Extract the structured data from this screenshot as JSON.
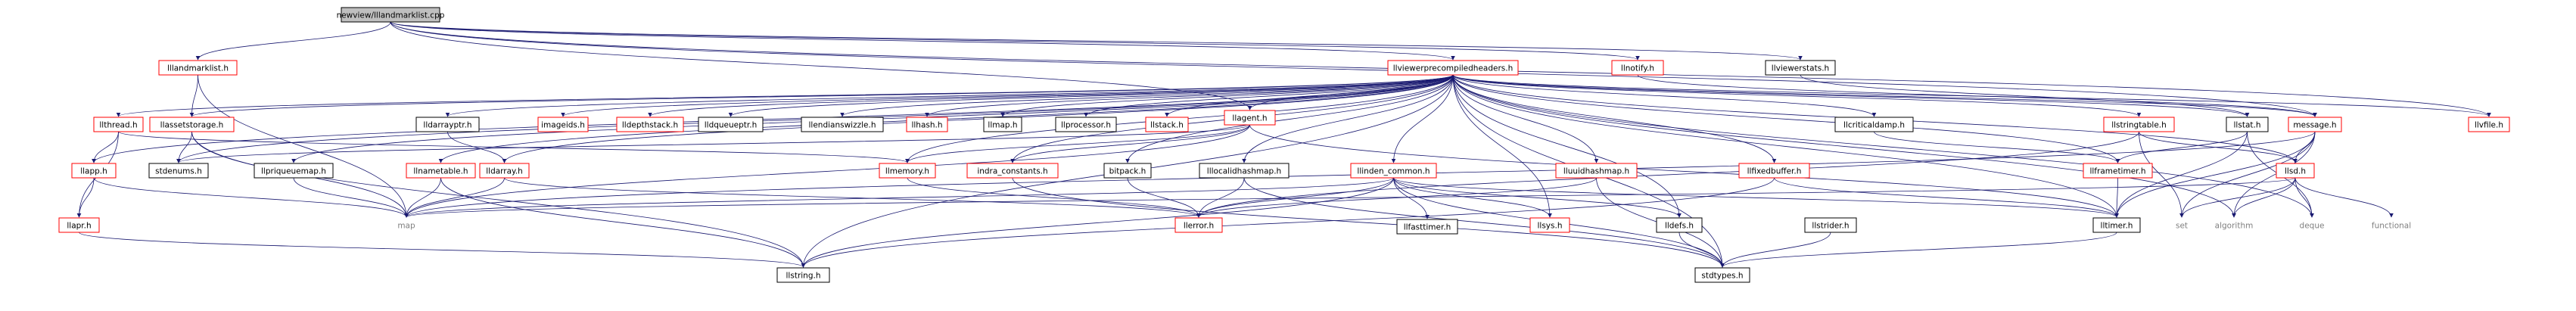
{
  "graph": {
    "title_node": "newview/lllandmarklist.cpp",
    "colors": {
      "edge": "#191970",
      "missing_border": "#ff0000",
      "normal_border": "#000000",
      "root_fill": "#bfbfbf",
      "node_fill": "#ffffff",
      "text": "#000000",
      "free_text": "#808080"
    },
    "nodes": [
      {
        "id": "root",
        "label": "newview/lllandmarklist.cpp",
        "style": "root"
      },
      {
        "id": "lllandmarklist",
        "label": "lllandmarklist.h",
        "style": "missing"
      },
      {
        "id": "llviewerprecompiledheaders",
        "label": "llviewerprecompiledheaders.h",
        "style": "missing"
      },
      {
        "id": "llnotify",
        "label": "llnotify.h",
        "style": "missing"
      },
      {
        "id": "llviewerstats",
        "label": "llviewerstats.h",
        "style": "normal"
      },
      {
        "id": "llvfile",
        "label": "llvfile.h",
        "style": "missing"
      },
      {
        "id": "llthread",
        "label": "llthread.h",
        "style": "missing"
      },
      {
        "id": "llassetstorage",
        "label": "llassetstorage.h",
        "style": "missing"
      },
      {
        "id": "lldarrayptr",
        "label": "lldarrayptr.h",
        "style": "normal"
      },
      {
        "id": "imageids",
        "label": "imageids.h",
        "style": "missing"
      },
      {
        "id": "lldepthstack",
        "label": "lldepthstack.h",
        "style": "missing"
      },
      {
        "id": "lldqueueptr",
        "label": "lldqueueptr.h",
        "style": "normal"
      },
      {
        "id": "llendianswizzle",
        "label": "llendianswizzle.h",
        "style": "normal"
      },
      {
        "id": "llhash",
        "label": "llhash.h",
        "style": "missing"
      },
      {
        "id": "llmap",
        "label": "llmap.h",
        "style": "normal"
      },
      {
        "id": "llprocessor",
        "label": "llprocessor.h",
        "style": "normal"
      },
      {
        "id": "llstack",
        "label": "llstack.h",
        "style": "missing"
      },
      {
        "id": "llagent",
        "label": "llagent.h",
        "style": "missing"
      },
      {
        "id": "llcriticaldamp",
        "label": "llcriticaldamp.h",
        "style": "normal"
      },
      {
        "id": "llstringtable",
        "label": "llstringtable.h",
        "style": "missing"
      },
      {
        "id": "llstat",
        "label": "llstat.h",
        "style": "normal"
      },
      {
        "id": "message",
        "label": "message.h",
        "style": "missing"
      },
      {
        "id": "llapp",
        "label": "llapp.h",
        "style": "missing"
      },
      {
        "id": "stdenums",
        "label": "stdenums.h",
        "style": "normal"
      },
      {
        "id": "llpriqueuemap",
        "label": "llpriqueuemap.h",
        "style": "normal"
      },
      {
        "id": "llnametable",
        "label": "llnametable.h",
        "style": "missing"
      },
      {
        "id": "lldarray",
        "label": "lldarray.h",
        "style": "missing"
      },
      {
        "id": "llmemory",
        "label": "llmemory.h",
        "style": "missing"
      },
      {
        "id": "indra_constants",
        "label": "indra_constants.h",
        "style": "missing"
      },
      {
        "id": "bitpack",
        "label": "bitpack.h",
        "style": "normal"
      },
      {
        "id": "lllocalidhashmap",
        "label": "lllocalidhashmap.h",
        "style": "normal"
      },
      {
        "id": "llinden_common",
        "label": "llinden_common.h",
        "style": "missing"
      },
      {
        "id": "lluuidhashmap",
        "label": "lluuidhashmap.h",
        "style": "missing"
      },
      {
        "id": "llfixedbuffer",
        "label": "llfixedbuffer.h",
        "style": "missing"
      },
      {
        "id": "llframetimer",
        "label": "llframetimer.h",
        "style": "missing"
      },
      {
        "id": "llsd",
        "label": "llsd.h",
        "style": "missing"
      },
      {
        "id": "llapr",
        "label": "llapr.h",
        "style": "missing"
      },
      {
        "id": "map",
        "label": "map",
        "style": "free"
      },
      {
        "id": "llerror",
        "label": "llerror.h",
        "style": "missing"
      },
      {
        "id": "llfasttimer",
        "label": "llfasttimer.h",
        "style": "normal"
      },
      {
        "id": "llsys",
        "label": "llsys.h",
        "style": "missing"
      },
      {
        "id": "lldefs",
        "label": "lldefs.h",
        "style": "normal"
      },
      {
        "id": "llstrider",
        "label": "llstrider.h",
        "style": "normal"
      },
      {
        "id": "lltimer",
        "label": "lltimer.h",
        "style": "normal"
      },
      {
        "id": "set",
        "label": "set",
        "style": "free"
      },
      {
        "id": "algorithm",
        "label": "algorithm",
        "style": "free"
      },
      {
        "id": "deque",
        "label": "deque",
        "style": "free"
      },
      {
        "id": "functional",
        "label": "functional",
        "style": "free"
      },
      {
        "id": "llstring",
        "label": "llstring.h",
        "style": "normal"
      },
      {
        "id": "stdtypes",
        "label": "stdtypes.h",
        "style": "normal"
      }
    ],
    "edges": [
      [
        "root",
        "lllandmarklist"
      ],
      [
        "root",
        "llviewerprecompiledheaders"
      ],
      [
        "root",
        "llnotify"
      ],
      [
        "root",
        "llviewerstats"
      ],
      [
        "root",
        "llvfile"
      ],
      [
        "root",
        "message"
      ],
      [
        "root",
        "llagent"
      ],
      [
        "lllandmarklist",
        "llassetstorage"
      ],
      [
        "lllandmarklist",
        "map"
      ],
      [
        "llviewerprecompiledheaders",
        "llthread"
      ],
      [
        "llviewerprecompiledheaders",
        "llassetstorage"
      ],
      [
        "llviewerprecompiledheaders",
        "lldarrayptr"
      ],
      [
        "llviewerprecompiledheaders",
        "imageids"
      ],
      [
        "llviewerprecompiledheaders",
        "lldepthstack"
      ],
      [
        "llviewerprecompiledheaders",
        "lldqueueptr"
      ],
      [
        "llviewerprecompiledheaders",
        "llendianswizzle"
      ],
      [
        "llviewerprecompiledheaders",
        "llhash"
      ],
      [
        "llviewerprecompiledheaders",
        "llmap"
      ],
      [
        "llviewerprecompiledheaders",
        "llprocessor"
      ],
      [
        "llviewerprecompiledheaders",
        "llstack"
      ],
      [
        "llviewerprecompiledheaders",
        "llagent"
      ],
      [
        "llviewerprecompiledheaders",
        "llcriticaldamp"
      ],
      [
        "llviewerprecompiledheaders",
        "llstringtable"
      ],
      [
        "llviewerprecompiledheaders",
        "llstat"
      ],
      [
        "llviewerprecompiledheaders",
        "message"
      ],
      [
        "llviewerprecompiledheaders",
        "llapp"
      ],
      [
        "llviewerprecompiledheaders",
        "stdenums"
      ],
      [
        "llviewerprecompiledheaders",
        "llnametable"
      ],
      [
        "llviewerprecompiledheaders",
        "lldarray"
      ],
      [
        "llviewerprecompiledheaders",
        "indra_constants"
      ],
      [
        "llviewerprecompiledheaders",
        "bitpack"
      ],
      [
        "llviewerprecompiledheaders",
        "lllocalidhashmap"
      ],
      [
        "llviewerprecompiledheaders",
        "llinden_common"
      ],
      [
        "llviewerprecompiledheaders",
        "lluuidhashmap"
      ],
      [
        "llviewerprecompiledheaders",
        "llfixedbuffer"
      ],
      [
        "llviewerprecompiledheaders",
        "llframetimer"
      ],
      [
        "llviewerprecompiledheaders",
        "llsd"
      ],
      [
        "llviewerprecompiledheaders",
        "lldefs"
      ],
      [
        "llviewerprecompiledheaders",
        "llsys"
      ],
      [
        "llviewerprecompiledheaders",
        "lltimer"
      ],
      [
        "llviewerprecompiledheaders",
        "llvfile"
      ],
      [
        "llviewerprecompiledheaders",
        "llpriqueuemap"
      ],
      [
        "llviewerprecompiledheaders",
        "llmemory"
      ],
      [
        "llviewerprecompiledheaders",
        "stdtypes"
      ],
      [
        "llviewerprecompiledheaders",
        "llstring"
      ],
      [
        "llviewerprecompiledheaders",
        "algorithm"
      ],
      [
        "llviewerprecompiledheaders",
        "deque"
      ],
      [
        "llnotify",
        "message"
      ],
      [
        "llviewerstats",
        "llstat"
      ],
      [
        "llthread",
        "llapp"
      ],
      [
        "llthread",
        "llapr"
      ],
      [
        "llthread",
        "llmemory"
      ],
      [
        "llassetstorage",
        "stdenums"
      ],
      [
        "llassetstorage",
        "llstring"
      ],
      [
        "llassetstorage",
        "map"
      ],
      [
        "lldarrayptr",
        "lldarray"
      ],
      [
        "lldarray",
        "map"
      ],
      [
        "lldarray",
        "llerror"
      ],
      [
        "llagent",
        "llmemory"
      ],
      [
        "llagent",
        "indra_constants"
      ],
      [
        "llagent",
        "lltimer"
      ],
      [
        "llagent",
        "map"
      ],
      [
        "llagent",
        "stdenums"
      ],
      [
        "llstringtable",
        "llerror"
      ],
      [
        "llstringtable",
        "llsd"
      ],
      [
        "llstringtable",
        "set"
      ],
      [
        "llstat",
        "lltimer"
      ],
      [
        "llstat",
        "llframetimer"
      ],
      [
        "llstat",
        "deque"
      ],
      [
        "message",
        "llsd"
      ],
      [
        "message",
        "set"
      ],
      [
        "message",
        "map"
      ],
      [
        "message",
        "lltimer"
      ],
      [
        "message",
        "algorithm"
      ],
      [
        "llapp",
        "map"
      ],
      [
        "llapp",
        "llapr"
      ],
      [
        "llpriqueuemap",
        "map"
      ],
      [
        "llnametable",
        "map"
      ],
      [
        "llnametable",
        "llstring"
      ],
      [
        "llmemory",
        "llerror"
      ],
      [
        "indra_constants",
        "stdtypes"
      ],
      [
        "bitpack",
        "llerror"
      ],
      [
        "lllocalidhashmap",
        "llerror"
      ],
      [
        "lllocalidhashmap",
        "stdtypes"
      ],
      [
        "llinden_common",
        "llfasttimer"
      ],
      [
        "llinden_common",
        "llsys"
      ],
      [
        "llinden_common",
        "lldefs"
      ],
      [
        "llinden_common",
        "llerror"
      ],
      [
        "llinden_common",
        "stdtypes"
      ],
      [
        "llinden_common",
        "lltimer"
      ],
      [
        "llinden_common",
        "llstring"
      ],
      [
        "llinden_common",
        "map"
      ],
      [
        "lluuidhashmap",
        "llerror"
      ],
      [
        "lluuidhashmap",
        "stdtypes"
      ],
      [
        "llfixedbuffer",
        "llstring"
      ],
      [
        "llfixedbuffer",
        "lltimer"
      ],
      [
        "llframetimer",
        "lltimer"
      ],
      [
        "llsd",
        "set"
      ],
      [
        "llsd",
        "algorithm"
      ],
      [
        "llsd",
        "deque"
      ],
      [
        "llsd",
        "functional"
      ],
      [
        "llsd",
        "map"
      ],
      [
        "llapr",
        "llstring"
      ],
      [
        "lldefs",
        "stdtypes"
      ],
      [
        "llstrider",
        "stdtypes"
      ],
      [
        "lltimer",
        "stdtypes"
      ],
      [
        "llcriticaldamp",
        "llframetimer"
      ]
    ]
  }
}
